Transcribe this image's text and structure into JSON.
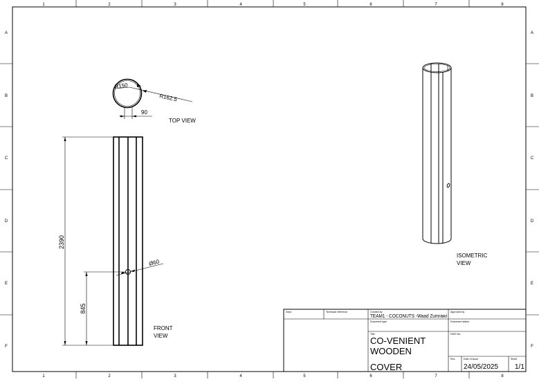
{
  "sheet": {
    "columns": [
      "1",
      "2",
      "3",
      "4",
      "5",
      "6",
      "7",
      "8"
    ],
    "rows": [
      "A",
      "B",
      "C",
      "D",
      "E",
      "F"
    ]
  },
  "top_view": {
    "label": "TOP VIEW",
    "dim_inner_radius": "R150",
    "dim_outer_radius": "R162.5",
    "dim_width": "90"
  },
  "front_view": {
    "label_line1": "FRONT",
    "label_line2": "VIEW",
    "dim_height": "2390",
    "dim_hole_height": "845",
    "dim_hole_diameter": "Ø60"
  },
  "isometric_view": {
    "label_line1": "ISOMETRIC",
    "label_line2": "VIEW"
  },
  "title_block": {
    "dept_label": "Dept.",
    "tech_ref_label": "Technical reference",
    "created_by_label": "Created by",
    "created_by_value": "TEAM1 - COCONUTS -Waad Zumrawi",
    "approved_by_label": "Approved by",
    "doc_type_label": "Document type",
    "doc_status_label": "Document status",
    "title_label": "Title",
    "title_line1": "CO-VENIENT",
    "title_line2": "WOODEN",
    "title_line3": "COVER",
    "dwg_no_label": "DWG No.",
    "rev_label": "Rev.",
    "date_label": "Date of issue",
    "date_value": "24/05/2025",
    "sheet_label": "Sheet",
    "sheet_value": "1/1"
  }
}
